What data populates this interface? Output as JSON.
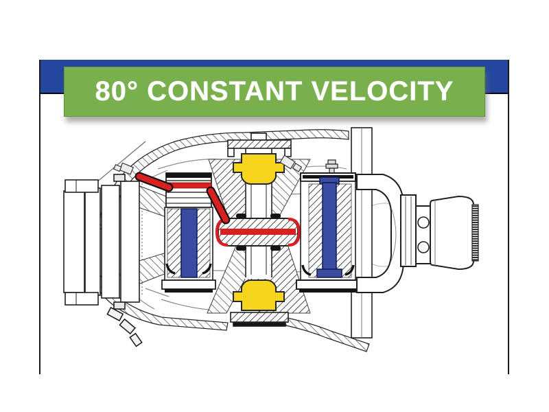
{
  "banner": {
    "text": "80° CONSTANT VELOCITY"
  },
  "colors": {
    "banner_green": "#79b04d",
    "banner_green_dark": "#5d9638",
    "header_blue": "#24479d",
    "highlight_red": "#d92020",
    "highlight_yellow": "#f6d51f",
    "highlight_blue": "#3b4ba1"
  },
  "diagram": {
    "type": "technical-cutaway",
    "description": "Cross-section line drawing of an 80 degree constant velocity wide-angle joint with red lubrication channels, yellow centering blocks and blue bearing journals highlighted"
  }
}
